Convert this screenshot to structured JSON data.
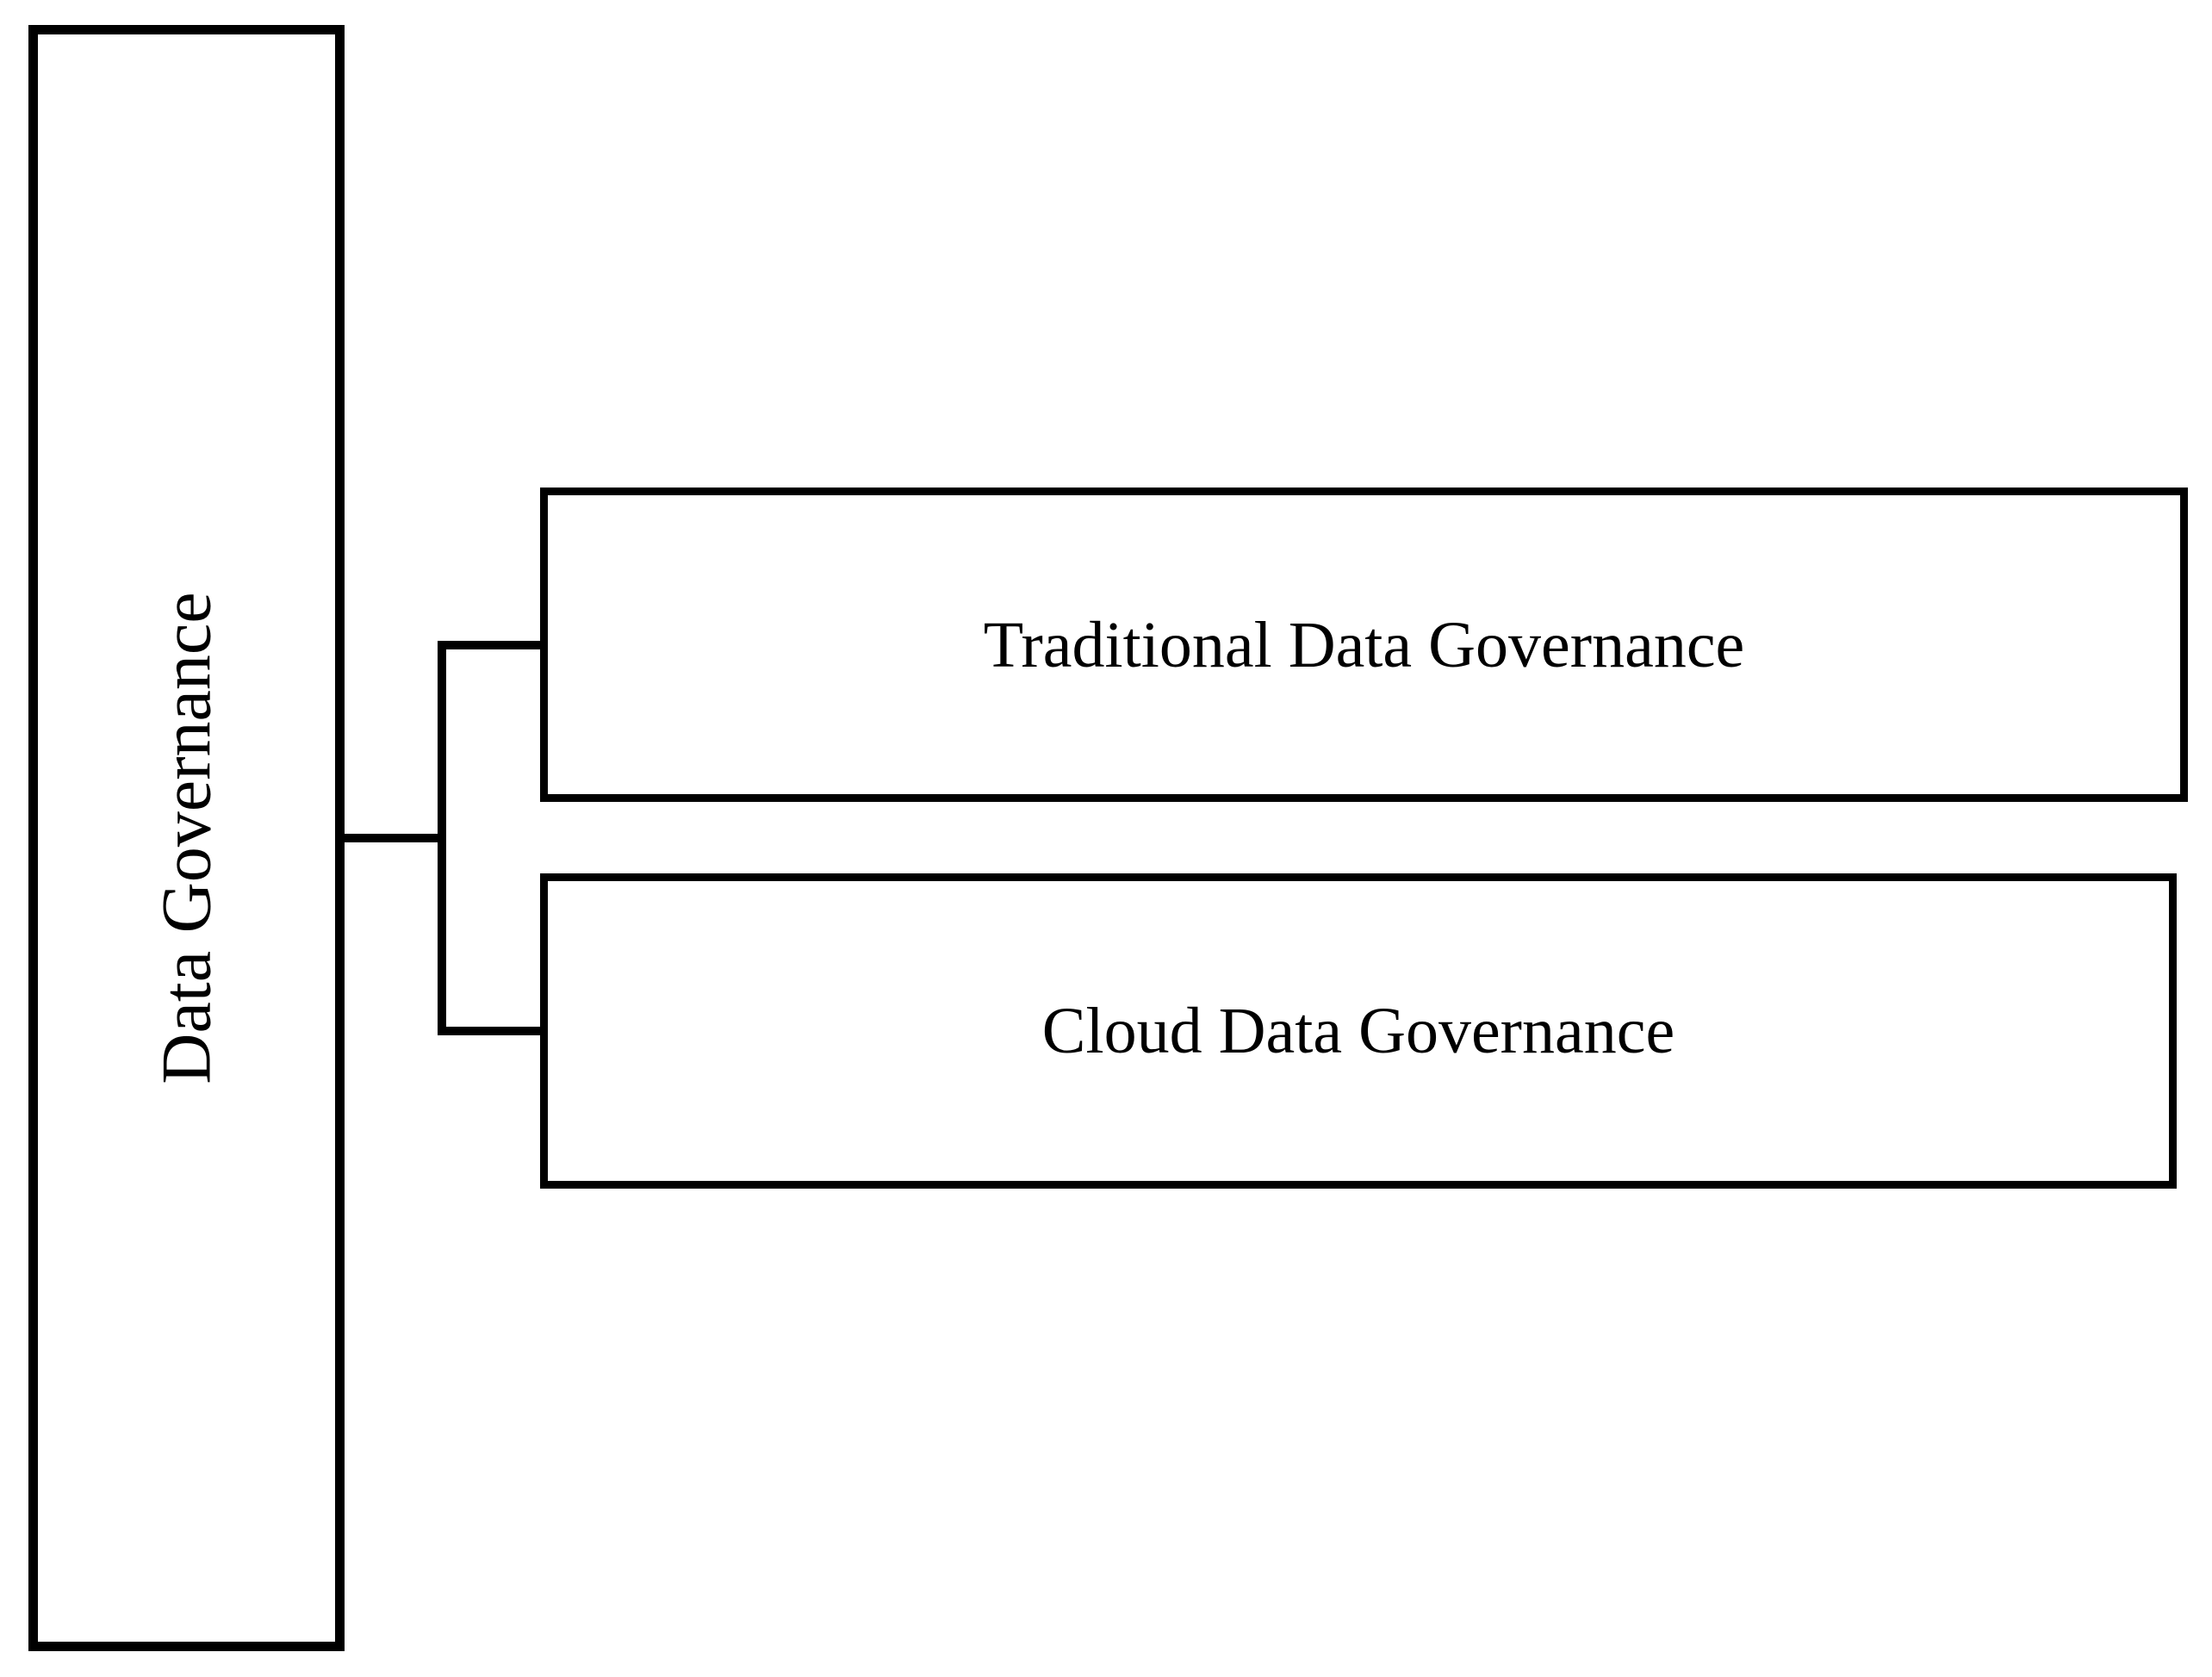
{
  "diagram": {
    "type": "hierarchy",
    "root": {
      "label": "Data Governance"
    },
    "children": [
      {
        "label": "Traditional Data Governance"
      },
      {
        "label": "Cloud Data Governance"
      }
    ],
    "colors": {
      "background": "#ffffff",
      "box_fill": "#ffffff",
      "border": "#000000",
      "text": "#000000",
      "connector": "#000000"
    }
  }
}
